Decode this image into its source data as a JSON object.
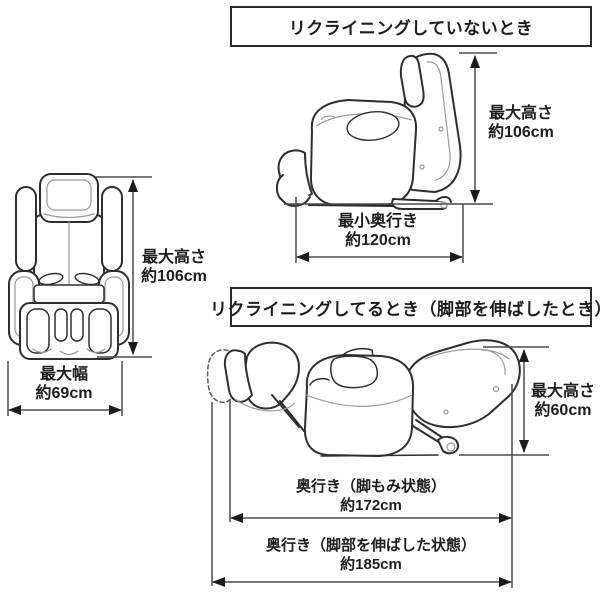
{
  "colors": {
    "background": "#ffffff",
    "text": "#1d1d1d",
    "dimension_line": "#4a4a4a",
    "arrowhead": "#1b1b1b",
    "chair_outline": "#2e2e2e"
  },
  "sections": {
    "upright_side_view": {
      "title": "リクライニングしていないとき",
      "max_height": {
        "label": "最大高さ",
        "value": "約106cm"
      },
      "min_depth": {
        "label": "最小奥行き",
        "value": "約120cm"
      }
    },
    "front_view": {
      "max_height": {
        "label": "最大高さ",
        "value": "約106cm"
      },
      "max_width": {
        "label": "最大幅",
        "value": "約69cm"
      }
    },
    "reclined_side_view": {
      "title": "リクライニングしてるとき（脚部を伸ばしたとき）",
      "max_height": {
        "label": "最大高さ",
        "value": "約60cm"
      },
      "depth_leg_massage": {
        "label": "奥行き（脚もみ状態）",
        "value": "約172cm"
      },
      "depth_leg_extended": {
        "label": "奥行き（脚部を伸ばした状態）",
        "value": "約185cm"
      }
    }
  }
}
